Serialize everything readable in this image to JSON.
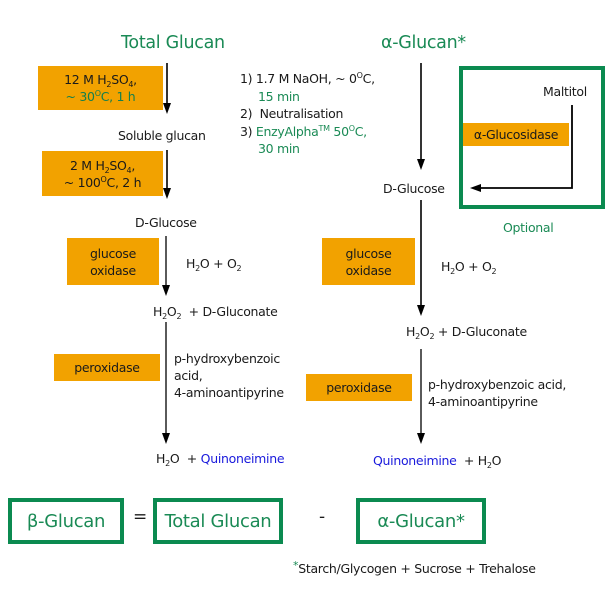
{
  "left": {
    "title": "Total Glucan",
    "step1": {
      "line1_a": "12 M H",
      "line1_sub1": "2",
      "line1_b": "SO",
      "line1_sub2": "4",
      "line1_c": ",",
      "line2": "~ 30",
      "line2_sup": "O",
      "line2_b": "C, 1 h"
    },
    "intermediate1": "Soluble glucan",
    "step2": {
      "line1_a": "2 M H",
      "line1_sub1": "2",
      "line1_b": "SO",
      "line1_sub2": "4",
      "line1_c": ",",
      "line2": "~ 100",
      "line2_sup": "O",
      "line2_b": "C, 2 h"
    },
    "glucose": "D-Glucose",
    "enzyme1": {
      "line1": "glucose",
      "line2": "oxidase"
    },
    "reagent1": {
      "a": "H",
      "sub1": "2",
      "b": "O + O",
      "sub2": "2"
    },
    "product1": {
      "a": "H",
      "sub1": "2",
      "b": "O",
      "sub2": "2",
      "c": "  + D-Gluconate"
    },
    "enzyme2": "peroxidase",
    "reagent2": [
      "p-hydroxybenzoic",
      "acid,",
      "4-aminoantipyrine"
    ],
    "final": {
      "a": "H",
      "sub1": "2",
      "b": "O",
      "c": "  + ",
      "d": "Quinoneimine"
    }
  },
  "middle": {
    "steps": [
      {
        "num": "1)",
        "text": "1.7 M NaOH, ~ 0",
        "sup": "O",
        "text_b": "C,"
      },
      {
        "cont": "15 min"
      },
      {
        "num": "2)",
        "text": "Neutralisation"
      },
      {
        "num": "3)",
        "text": "EnzyAlpha",
        "sup": "TM",
        "text_b": " 50",
        "sup2": "O",
        "text_c": "C,"
      },
      {
        "cont": "30 min"
      }
    ]
  },
  "right": {
    "title": "α-Glucan*",
    "glucose": "D-Glucose",
    "optional": {
      "label": "Optional",
      "substrate": "Maltitol",
      "enzyme": "α-Glucosidase"
    },
    "enzyme1": {
      "line1": "glucose",
      "line2": "oxidase"
    },
    "reagent1": {
      "a": "H",
      "sub1": "2",
      "b": "O + O",
      "sub2": "2"
    },
    "product1": {
      "a": "H",
      "sub1": "2",
      "b": "O",
      "sub2": "2",
      "c": " + D-Gluconate"
    },
    "enzyme2": "peroxidase",
    "reagent2": [
      "p-hydroxybenzoic acid,",
      "4-aminoantipyrine"
    ],
    "final": {
      "a": "Quinoneimine",
      "b": "  + H",
      "sub1": "2",
      "c": "O"
    }
  },
  "equation": {
    "beta": "β-Glucan",
    "equals": "=",
    "total": "Total Glucan",
    "minus": "-",
    "alpha": "α-Glucan*",
    "footnote_star": "*",
    "footnote": "Starch/Glycogen + Sucrose + Trehalose"
  },
  "colors": {
    "green": "#0b8a50",
    "orange": "#f2a200",
    "blue": "#1a1adc"
  }
}
